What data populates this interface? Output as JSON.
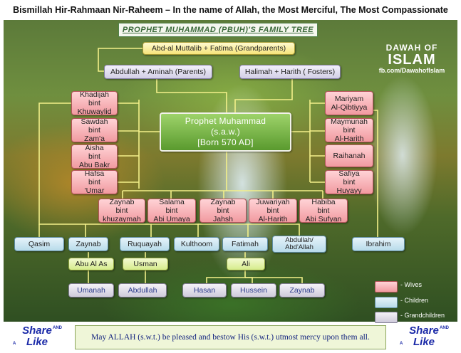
{
  "header": "Bismillah Hir-Rahmaan Nir-Raheem – In the name of Allah, the Most Merciful, The Most Compassionate",
  "title": "PROPHET MUHAMMAD (PBUH)'S FAMILY TREE",
  "brand": {
    "line1": "DAWAH OF",
    "line2": "ISLAM",
    "line3": "fb.com/DawahofIslam"
  },
  "grandparents": "Abd-al Muttalib + Fatima (Grandparents)",
  "parents": "Abdullah  + Aminah (Parents)",
  "fosters": "Halimah + Harith ( Fosters)",
  "prophet": {
    "line1": "Prophet Muhammad",
    "line2": "(s.a.w.)",
    "line3": "[Born 570 AD]"
  },
  "wives_left": [
    {
      "l1": "Khadijah",
      "l2": "bint",
      "l3": "Khuwaylid"
    },
    {
      "l1": "Sawdah",
      "l2": "bint",
      "l3": "Zam'a"
    },
    {
      "l1": "Aisha",
      "l2": "bint",
      "l3": "Abu Bakr"
    },
    {
      "l1": "Hafsa",
      "l2": "bint",
      "l3": "'Umar"
    }
  ],
  "wives_right": [
    {
      "l1": "Mariyam",
      "l2": "Al-Qibtiyya",
      "l3": ""
    },
    {
      "l1": "Maymunah",
      "l2": "bint",
      "l3": "Al-Harith"
    },
    {
      "l1": "Raihanah",
      "l2": "",
      "l3": ""
    },
    {
      "l1": "Safiya",
      "l2": "bint",
      "l3": "Huyayy"
    }
  ],
  "wives_bottom": [
    {
      "l1": "Zaynab",
      "l2": "bint",
      "l3": "khuzaymah"
    },
    {
      "l1": "Salama",
      "l2": "bint",
      "l3": "Abi Umaya"
    },
    {
      "l1": "Zaynab",
      "l2": "bint",
      "l3": "Jahsh"
    },
    {
      "l1": "Juwariyah",
      "l2": "bint",
      "l3": "Al-Harith"
    },
    {
      "l1": "Habiba",
      "l2": "bint",
      "l3": "Abi Sufyan"
    }
  ],
  "children": [
    "Qasim",
    "Zaynab",
    "Ruquayah",
    "Kulthoom",
    "Fatimah",
    "Abdullah/ Abd'Allah",
    "Ibrahim"
  ],
  "spouses": [
    "Abu Al As",
    "Usman",
    "Ali"
  ],
  "grandchildren": [
    "Umanah",
    "Abdullah",
    "Hasan",
    "Hussein",
    "Zaynab"
  ],
  "legend": [
    "- Wives",
    "- Children",
    "- Grandchildren"
  ],
  "footer": "May ALLAH (s.w.t.) be pleased and bestow His (s.w.t.) utmost mercy upon them all.",
  "logo": {
    "share": "Share",
    "like": "Like",
    "and": "AND",
    "a": "A"
  },
  "colors": {
    "wife": "#f3a5aa",
    "child": "#c6e2ef",
    "grandchild": "#dcd8e6",
    "prophet": "#6aaa38",
    "spouse": "#dcef95",
    "grandparents": "#f8e98a"
  }
}
